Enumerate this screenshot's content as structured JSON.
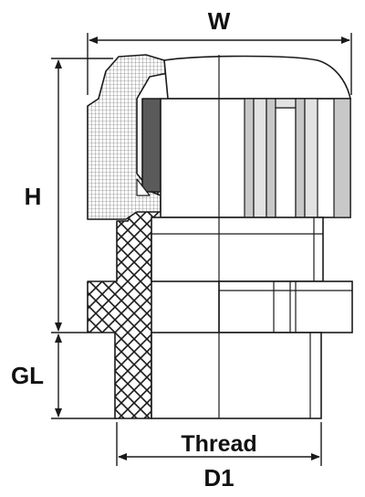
{
  "labels": {
    "width": "W",
    "height": "H",
    "gland_length": "GL",
    "thread": "Thread",
    "diameter": "D1"
  },
  "colors": {
    "stroke": "#1a1a1a",
    "seal_dark": "#5a5a5a",
    "nut_shade": "#c8c8c8",
    "nut_light": "#e2e2e2",
    "background": "#ffffff"
  }
}
